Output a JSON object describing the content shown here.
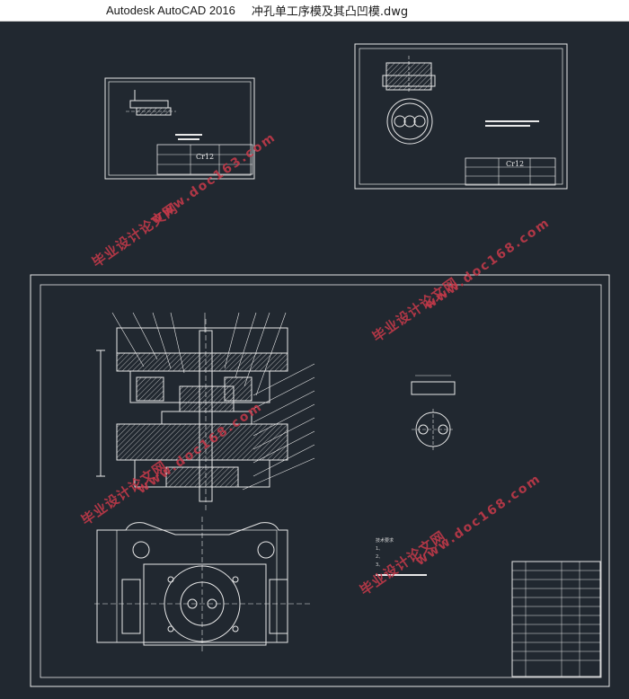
{
  "window": {
    "app_title": "Autodesk AutoCAD 2016",
    "document_title": "冲孔单工序模及其凸凹模.dwg"
  },
  "drawing": {
    "sheet1_material": "Cr12",
    "sheet2_material": "Cr12",
    "tech_notes": [
      "技术要求",
      "1、",
      "2、",
      "3、"
    ]
  },
  "watermarks": [
    {
      "text": "毕业设计论文网",
      "kind": "cn"
    },
    {
      "text": "www.doc163.com",
      "kind": "url"
    },
    {
      "text": "毕业设计论文网",
      "kind": "cn"
    },
    {
      "text": "www.doc168.com",
      "kind": "url"
    },
    {
      "text": "毕业设计论文网",
      "kind": "cn"
    },
    {
      "text": "www.doc168.com",
      "kind": "url"
    },
    {
      "text": "毕业设计论文网",
      "kind": "cn"
    },
    {
      "text": "www.doc168.com",
      "kind": "url"
    }
  ],
  "colors": {
    "background": "#212830",
    "lines": "#e8e8e8",
    "watermark": "#c93a4a"
  }
}
